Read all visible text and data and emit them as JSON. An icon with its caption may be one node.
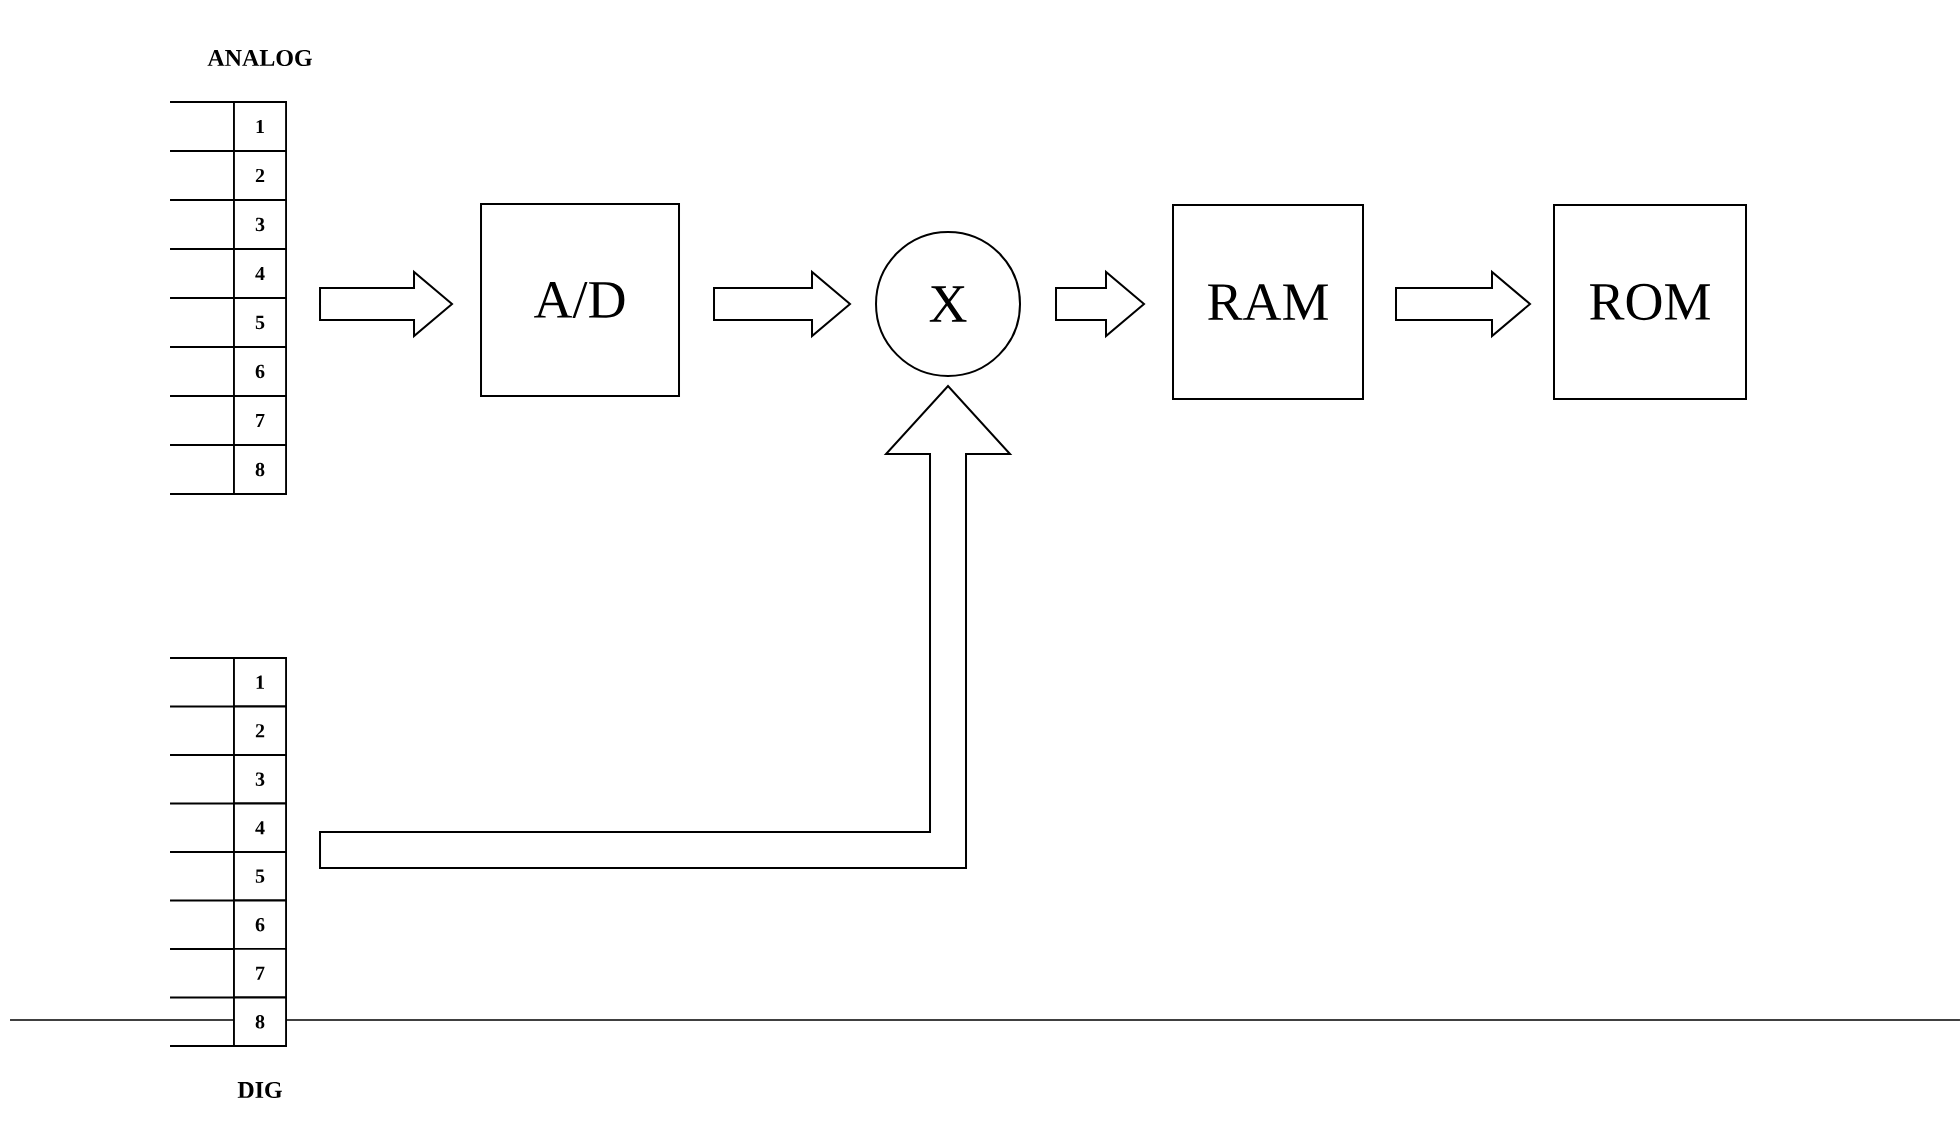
{
  "diagram": {
    "nodes": [
      {
        "text": [
          "ANALOG"
        ]
      },
      {
        "text": [
          "1"
        ],
        "in": 0
      },
      {
        "text": [
          "2"
        ],
        "in": 0
      },
      {
        "text": [
          "3"
        ],
        "in": 0
      },
      {
        "text": [
          "4"
        ],
        "in": 0
      },
      {
        "text": [
          "5"
        ],
        "in": 0
      },
      {
        "text": [
          "6"
        ],
        "in": 0
      },
      {
        "text": [
          "7"
        ],
        "in": 0
      },
      {
        "text": [
          "8"
        ],
        "in": 0
      },
      {
        "text": [
          "A/D"
        ]
      },
      {
        "text": [
          "X"
        ]
      },
      {
        "text": [
          "RAM"
        ]
      },
      {
        "text": [
          "ROM"
        ]
      },
      {
        "text": [
          "DIG"
        ]
      },
      {
        "text": [
          "1"
        ],
        "in": 13
      },
      {
        "text": [
          "2"
        ],
        "in": 13
      },
      {
        "text": [
          "3"
        ],
        "in": 13
      },
      {
        "text": [
          "4"
        ],
        "in": 13
      },
      {
        "text": [
          "5"
        ],
        "in": 13
      },
      {
        "text": [
          "6"
        ],
        "in": 13
      },
      {
        "text": [
          "7"
        ],
        "in": 13
      },
      {
        "text": [
          "8"
        ],
        "in": 13
      }
    ],
    "edges": [
      {
        "from": 0,
        "to": 9,
        "arrow": "to"
      },
      {
        "from": 9,
        "to": 10,
        "arrow": "to"
      },
      {
        "from": 10,
        "to": 11,
        "arrow": "to"
      },
      {
        "from": 11,
        "to": 12,
        "arrow": "to"
      },
      {
        "from": 13,
        "to": 10,
        "arrow": "to"
      }
    ]
  }
}
